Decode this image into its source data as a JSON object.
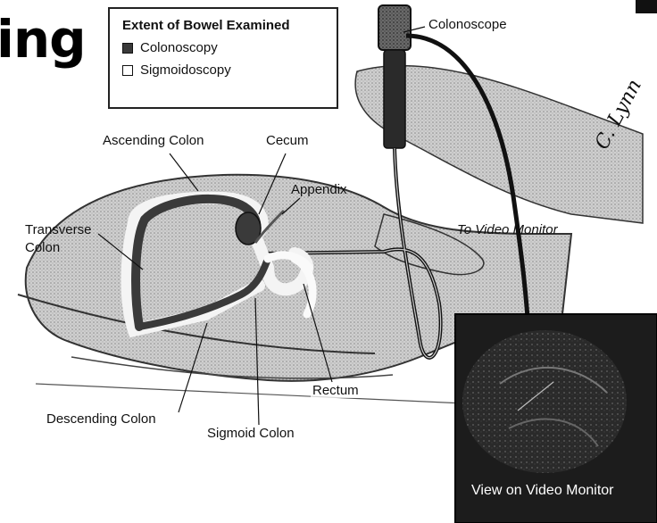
{
  "heading_fragment": "ing",
  "legend": {
    "title": "Extent of Bowel Examined",
    "items": [
      {
        "label": "Colonoscopy",
        "swatch": "#3a3a3a"
      },
      {
        "label": "Sigmoidoscopy",
        "swatch": "#ffffff"
      }
    ]
  },
  "labels": {
    "colonoscope": "Colonoscope",
    "ascending_colon": "Ascending Colon",
    "cecum": "Cecum",
    "appendix": "Appendix",
    "transverse_colon_line1": "Transverse",
    "transverse_colon_line2": "Colon",
    "to_video_monitor": "To Video Monitor",
    "rectum": "Rectum",
    "descending_colon": "Descending Colon",
    "sigmoid_colon": "Sigmoid Colon"
  },
  "monitor_caption": "View on Video Monitor",
  "signature": "C. Lynn"
}
